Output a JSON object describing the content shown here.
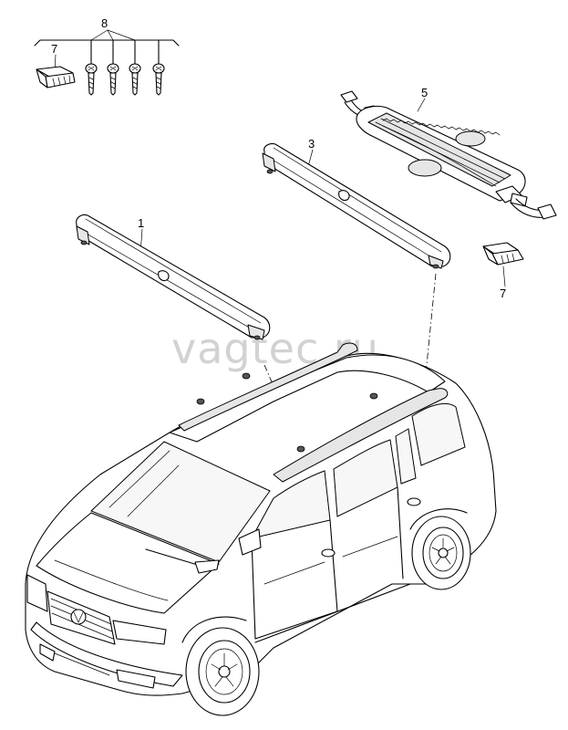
{
  "watermark": "vagtec.ru",
  "callouts": {
    "roof_bar_front": "1",
    "roof_bar_rear": "3",
    "luggage_cover": "5",
    "cap_top": "7",
    "cap_right": "7",
    "screw_set": "8"
  }
}
